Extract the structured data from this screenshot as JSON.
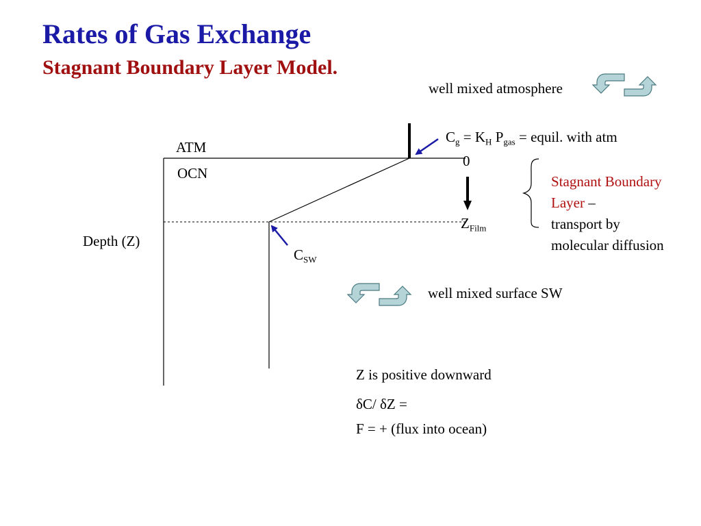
{
  "slide": {
    "title": "Rates of Gas Exchange",
    "subtitle": "Stagnant Boundary Layer Model."
  },
  "labels": {
    "well_mixed_atm": "well mixed atmosphere",
    "atm": "ATM",
    "ocn": "OCN",
    "depth": "Depth (Z)",
    "zero": "0",
    "z_main": "Z",
    "z_sub": "Film",
    "csw_main": "C",
    "csw_sub": "SW",
    "well_mixed_sw": "well mixed surface SW",
    "z_positive": "Z is positive downward",
    "gradient": "δC/ δZ =",
    "flux": "F = +  (flux into ocean)"
  },
  "equation": {
    "c": "C",
    "c_sub": "g",
    "eq": " = K",
    "k_sub": "H",
    "p": " P",
    "p_sub": "gas",
    "rest": " = equil. with atm"
  },
  "boundary_layer": {
    "line1": "Stagnant Boundary",
    "line2": "Layer",
    "dash": " –",
    "line3": "transport by",
    "line4": "molecular diffusion"
  },
  "colors": {
    "title": "#1a1aa6",
    "subtitle": "#a01010",
    "pointer_arrow": "#1a1aa6",
    "mixing_arrow_fill": "#b5d4d8",
    "mixing_arrow_stroke": "#4a7a80"
  }
}
